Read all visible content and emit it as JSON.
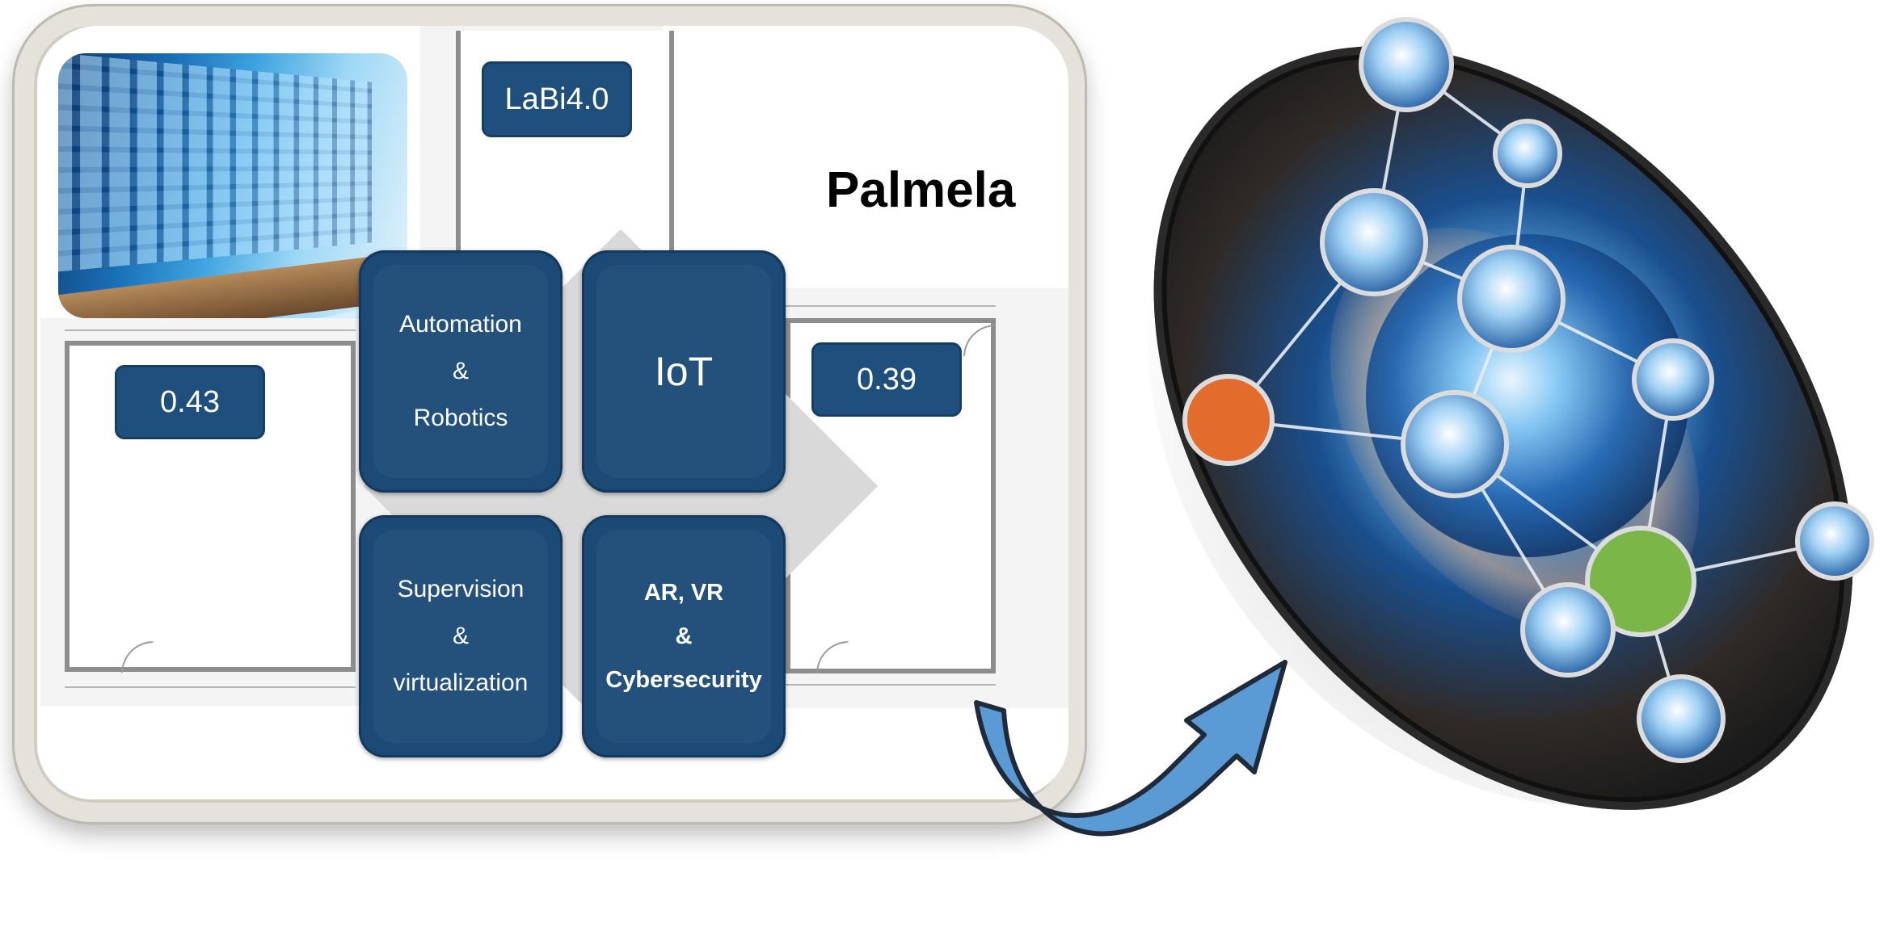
{
  "panel": {
    "lab_label": "LaBi4.0",
    "site_title": "Palmela",
    "room_left_value": "0.43",
    "room_right_value": "0.39"
  },
  "tiles": {
    "automation": [
      "Automation",
      "&",
      "Robotics"
    ],
    "iot": "IoT",
    "supervision": [
      "Supervision",
      "&",
      "virtualization"
    ],
    "ar_vr": [
      "AR, VR",
      "&",
      "Cybersecurity"
    ]
  },
  "colors": {
    "tile_blue": "#1b4a77",
    "tag_blue": "#1e4f7d",
    "arrow_blue": "#5b9bd5",
    "frame": "#e4e2db"
  },
  "icons": {
    "photo": "control-room-photo",
    "globe": "globe-network-icon",
    "arrow": "curved-arrow-icon"
  }
}
